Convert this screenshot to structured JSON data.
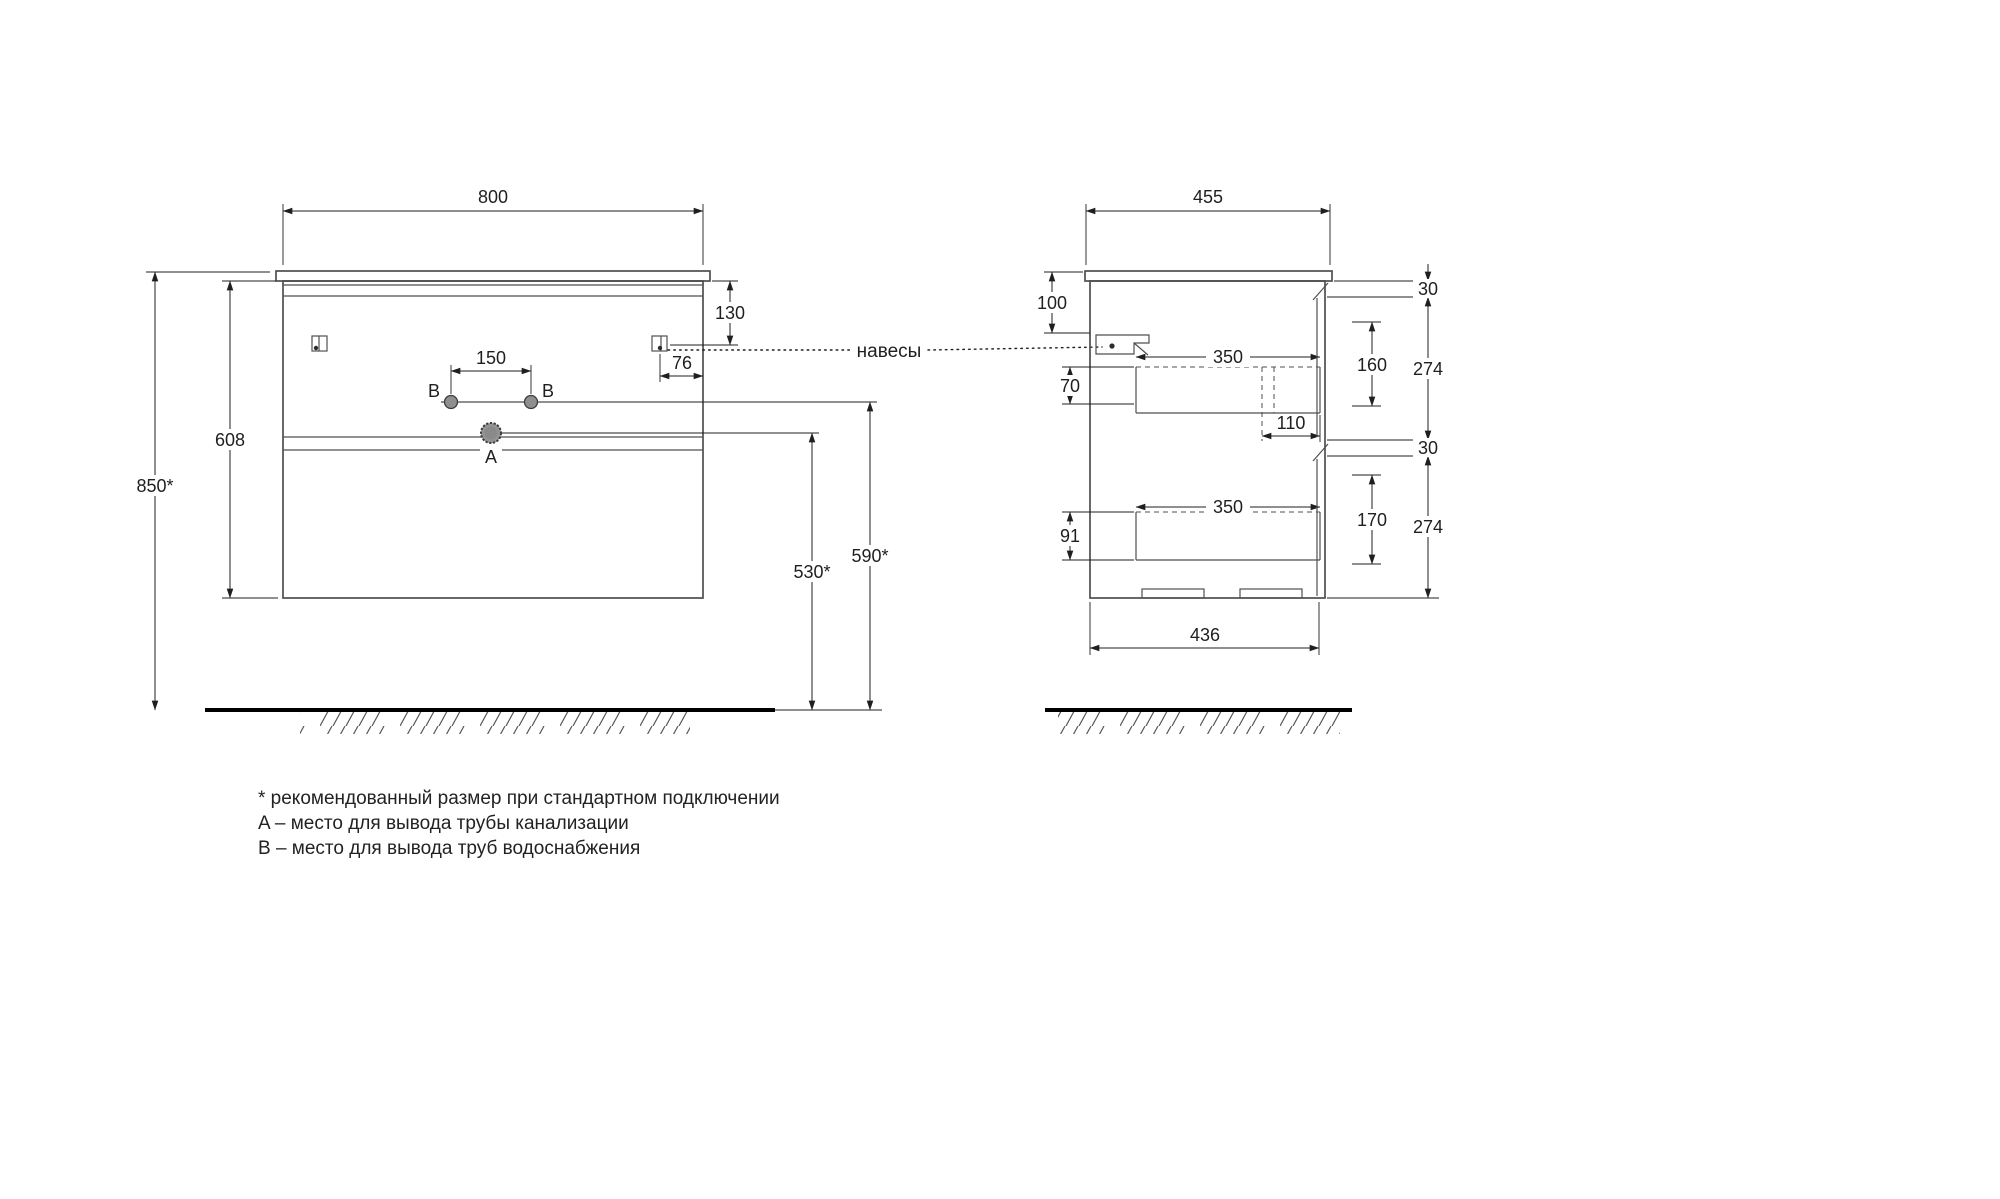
{
  "front_view": {
    "width": "800",
    "body_height": "608",
    "total_height": "850*",
    "hanger_top_offset": "130",
    "hanger_right_offset": "76",
    "outlet_spacing": "150",
    "outlet_b_left": "B",
    "outlet_b_right": "B",
    "outlet_a": "A",
    "outlet_a_height": "530*",
    "outlet_b_height": "590*"
  },
  "side_view": {
    "depth": "455",
    "hanger_top_offset": "100",
    "top_gap": "30",
    "drawer1_top_offset": "70",
    "drawer1_depth": "350",
    "front1_recess": "160",
    "front1_height": "274",
    "drawer1_right_offset": "110",
    "mid_gap": "30",
    "drawer2_top_offset": "91",
    "drawer2_depth": "350",
    "front2_recess": "170",
    "front2_height": "274",
    "bottom_depth": "436"
  },
  "callout": {
    "hangers": "навесы"
  },
  "notes": {
    "asterisk": "* рекомендованный размер при стандартном подключении",
    "a": "A – место для вывода трубы канализации",
    "b": "B – место для вывода труб водоснабжения"
  },
  "colors": {
    "outline": "#4f4f4f",
    "dimension": "#1f1f1f",
    "outlet_fill": "#8f8f8f",
    "floor": "#000000"
  }
}
